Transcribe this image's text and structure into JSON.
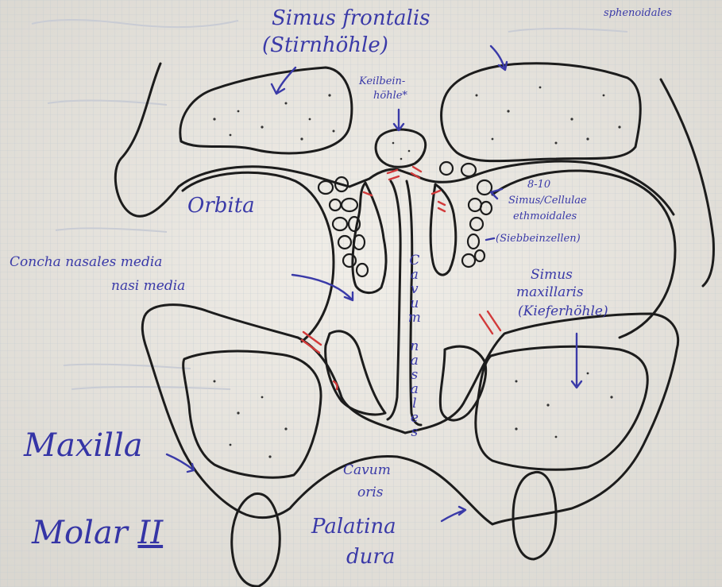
{
  "labels": {
    "sinus_frontalis": "Simus frontalis",
    "stirnhoehle": "(Stirnhöhle)",
    "sphenoidales": "sphenoidales",
    "keilbeinhoehle_1": "Keilbein-",
    "keilbeinhoehle_2": "höhle*",
    "orbita": "Orbita",
    "concha_1": "Concha nasales media",
    "concha_2": "nasi media",
    "cavum_nasales": "Cavum nasales",
    "ethmoidales_1": "8-10",
    "ethmoidales_2": "Simus/Cellulae",
    "ethmoidales_3": "ethmoidales",
    "ethmoidales_4": "(Siebbeinzellen)",
    "maxillaris_1": "Simus",
    "maxillaris_2": "maxillaris",
    "maxillaris_3": "(Kieferhöhle)",
    "maxilla": "Maxilla",
    "molar": "Molar",
    "molar_num": "II",
    "cavum_oris_1": "Cavum",
    "cavum_oris_2": "oris",
    "palatina_1": "Palatina",
    "palatina_2": "dura"
  },
  "colors": {
    "paper": "#ece9e2",
    "grid": "#b9c4cc",
    "ink_outline": "#1c1c1c",
    "ink_labels": "#3a3aa8",
    "ink_marks": "#d23a3a"
  }
}
